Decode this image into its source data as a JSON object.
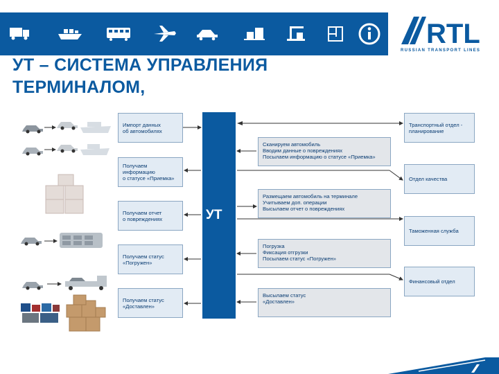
{
  "header": {
    "icons": [
      "truck-icon",
      "ship-icon",
      "train-icon",
      "plane-icon",
      "car-transporter-icon",
      "warehouse-icon",
      "crane-icon",
      "floor-plan-icon",
      "info-icon"
    ],
    "logo_text": "RTL",
    "logo_subtitle": "RUSSIAN TRANSPORT LINES",
    "colors": {
      "brand": "#0b5aa0",
      "box_light": "#e2ebf4",
      "box_gray": "#e3e6ea"
    }
  },
  "title": {
    "line1": "УТ – СИСТЕМА УПРАВЛЕНИЯ",
    "line2": "ТЕРМИНАЛОМ,"
  },
  "diagram": {
    "center_label": "УТ",
    "left_steps": [
      "Импорт данных\nоб автомобилях",
      "Получаем\nинформацию\nо статусе «Приемка»",
      "Получаем отчет\nо повреждениях",
      "Получаем статус\n«Погружен»",
      "Получаем статус\n«Доставлен»"
    ],
    "middle_steps": [
      "Сканируем автомобиль\nВводим данные о повреждениях\nПосылаем информацию о статусе «Приемка»",
      "Размещаем автомобиль на терминале\nУчитываем доп. операции\nВысылаем отчет о повреждениях",
      "Погрузка\nФиксация отгрузки\nПосылаем статус «Погружен»",
      "Высылаем статус\n«Доставлен»"
    ],
    "right_departments": [
      "Транспортный отдел -\nпланирование",
      "Отдел качества",
      "Таможенная служба",
      "Финансовый отдел"
    ]
  }
}
